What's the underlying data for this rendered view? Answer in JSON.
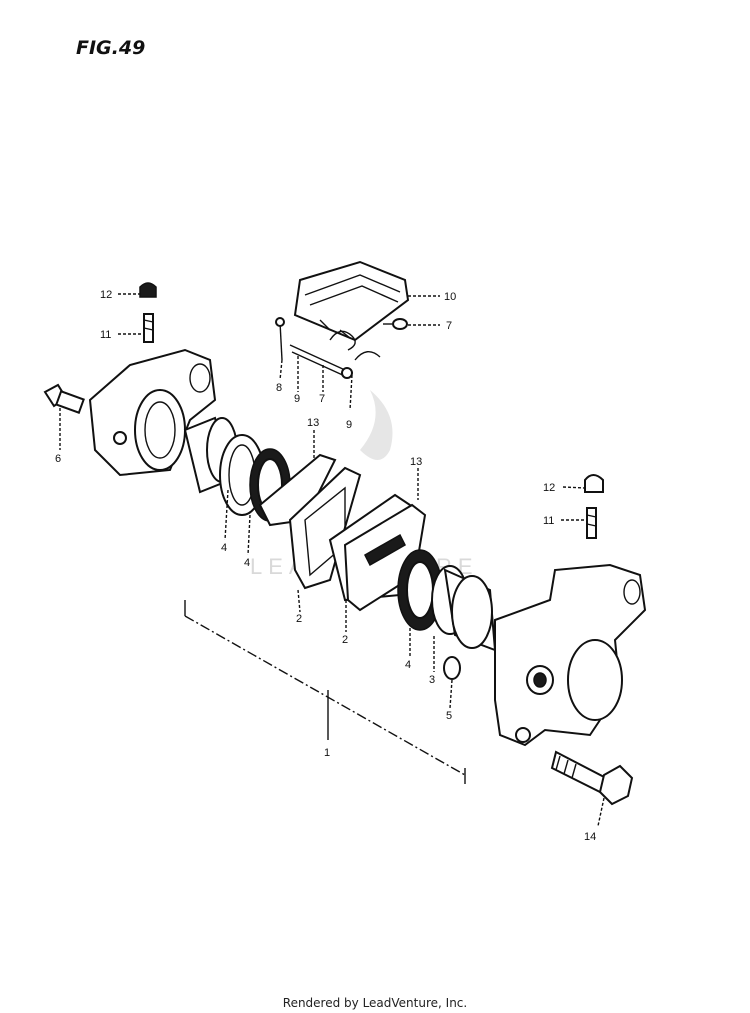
{
  "figure": {
    "title": "FIG.49"
  },
  "watermark": {
    "text": "LEADVENTURE"
  },
  "footer": {
    "text": "Rendered by LeadVenture, Inc."
  },
  "callouts": [
    {
      "id": "c1",
      "label": "1"
    },
    {
      "id": "c2a",
      "label": "2"
    },
    {
      "id": "c2b",
      "label": "2"
    },
    {
      "id": "c3a",
      "label": "3"
    },
    {
      "id": "c3b",
      "label": "3"
    },
    {
      "id": "c4a",
      "label": "4"
    },
    {
      "id": "c4b",
      "label": "4"
    },
    {
      "id": "c5",
      "label": "5"
    },
    {
      "id": "c6",
      "label": "6"
    },
    {
      "id": "c7a",
      "label": "7"
    },
    {
      "id": "c7b",
      "label": "7"
    },
    {
      "id": "c8",
      "label": "8"
    },
    {
      "id": "c9a",
      "label": "9"
    },
    {
      "id": "c9b",
      "label": "9"
    },
    {
      "id": "c10",
      "label": "10"
    },
    {
      "id": "c11a",
      "label": "11"
    },
    {
      "id": "c11b",
      "label": "11"
    },
    {
      "id": "c12a",
      "label": "12"
    },
    {
      "id": "c12b",
      "label": "12"
    },
    {
      "id": "c13a",
      "label": "13"
    },
    {
      "id": "c13b",
      "label": "13"
    },
    {
      "id": "c14",
      "label": "14"
    }
  ]
}
